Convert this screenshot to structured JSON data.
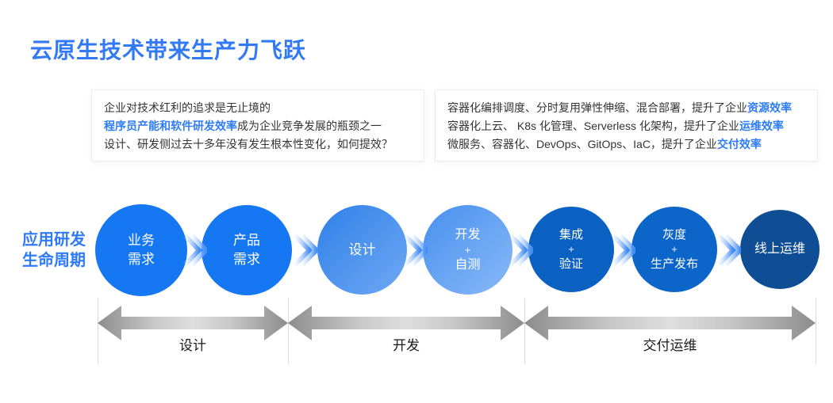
{
  "title": "云原生技术带来生产力飞跃",
  "colors": {
    "accent_blue": "#2f7bf6",
    "circle_bright_blue": "#1677f2",
    "circle_gradient_blue": "#4690ef",
    "circle_mid_blue": "#0b63c5",
    "circle_dark_blue": "#0f4d94",
    "arrow_gray": "#8c8c8c"
  },
  "insight_left": {
    "line1": "企业对技术红利的追求是无止境的",
    "line2_highlight": "程序员产能和软件研发效率",
    "line2_rest": "成为企业竞争发展的瓶颈之一",
    "line3": "设计、研发侧过去十多年没有发生根本性变化，如何提效？"
  },
  "insight_right": {
    "line1_text": "容器化编排调度、分时复用弹性伸缩、混合部署，提升了企业",
    "line1_highlight": "资源效率",
    "line2_text": "容器化上云、 K8s 化管理、Serverless 化架构，提升了企业",
    "line2_highlight": "运维效率",
    "line3_text": "微服务、容器化、DevOps、GitOps、IaC，提升了企业",
    "line3_highlight": "交付效率"
  },
  "lifecycle": {
    "axis_label_line1": "应用研发",
    "axis_label_line2": "生命周期",
    "stages": [
      {
        "name": "业务需求",
        "lines": [
          "业务",
          "需求"
        ]
      },
      {
        "name": "产品需求",
        "lines": [
          "产品",
          "需求"
        ]
      },
      {
        "name": "设计",
        "lines": [
          "设计"
        ]
      },
      {
        "name": "开发+自测",
        "lines": [
          "开发",
          "+",
          "自测"
        ]
      },
      {
        "name": "集成+验证",
        "lines": [
          "集成",
          "+",
          "验证"
        ]
      },
      {
        "name": "灰度+生产发布",
        "lines": [
          "灰度",
          "+",
          "生产发布"
        ]
      },
      {
        "name": "线上运维",
        "lines": [
          "线上运维"
        ]
      }
    ]
  },
  "phases": [
    {
      "label": "设计"
    },
    {
      "label": "开发"
    },
    {
      "label": "交付运维"
    }
  ]
}
